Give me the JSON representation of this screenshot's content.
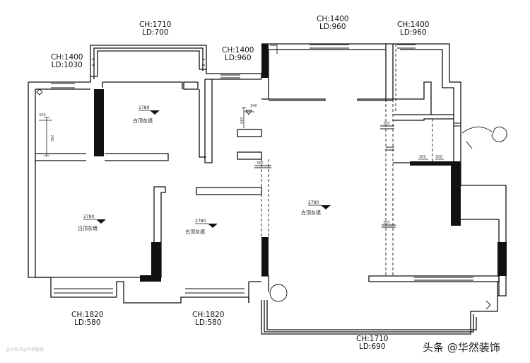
{
  "openings": [
    {
      "id": "balcony-top-left",
      "ch": "CH:1710",
      "ld": "LD:700"
    },
    {
      "id": "window-left-bedroom",
      "ch": "CH:1400",
      "ld": "LD:1030"
    },
    {
      "id": "window-bathroom",
      "ch": "CH:1400",
      "ld": "LD:960"
    },
    {
      "id": "window-living-top",
      "ch": "CH:1400",
      "ld": "LD:960"
    },
    {
      "id": "window-top-right",
      "ch": "CH:1400",
      "ld": "LD:960"
    },
    {
      "id": "window-bottom-left",
      "ch": "CH:1820",
      "ld": "LD:580"
    },
    {
      "id": "window-bottom-middle",
      "ch": "CH:1820",
      "ld": "LD:580"
    },
    {
      "id": "balcony-bottom-right",
      "ch": "CH:1710",
      "ld": "LD:690"
    }
  ],
  "rooms": [
    {
      "id": "room-top-left",
      "height": "2780",
      "label": "白顶灰墙"
    },
    {
      "id": "room-bottom-left",
      "height": "2780",
      "label": "白顶灰墙"
    },
    {
      "id": "room-bottom-middle",
      "height": "2780",
      "label": "白顶灰墙"
    },
    {
      "id": "living-room",
      "height": "2780",
      "label": "白顶灰墙"
    }
  ],
  "small_dims": {
    "left_top": "320",
    "left_side": "740",
    "bath_top": "340",
    "bath_side": "180",
    "beam_a": "350",
    "beam_b": "350",
    "beam_c": "350",
    "kitchen_a": "300",
    "kitchen_b": "300"
  },
  "credit_left": "@小红书@华然装饰",
  "watermark": "头条 @华然装饰"
}
